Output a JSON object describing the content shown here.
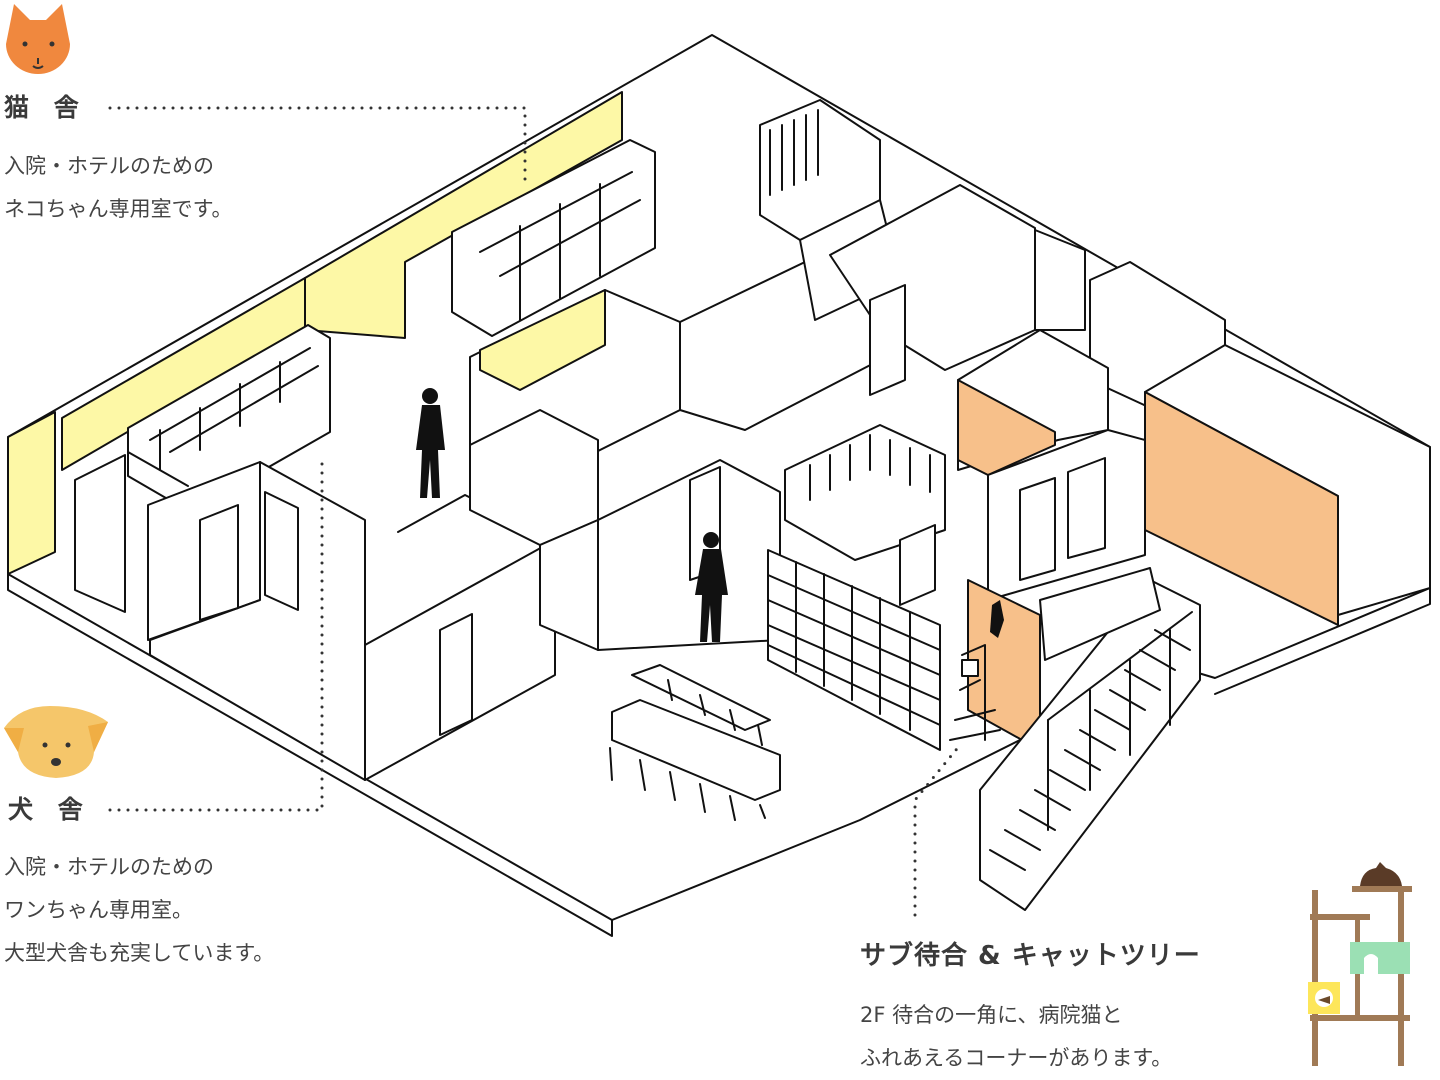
{
  "cat_ward": {
    "title": "猫 舎",
    "description": "入院・ホテルのための\nネコちゃん専用室です。",
    "highlight_color": "#fdf8a6",
    "icon": "cat-face-icon",
    "icon_color": "#f0883e"
  },
  "dog_ward": {
    "title": "犬 舎",
    "description": "入院・ホテルのための\nワンちゃん専用室。\n大型犬舎も充実しています。",
    "icon": "dog-face-icon",
    "icon_color": "#f5c66a"
  },
  "sub_waiting": {
    "title": "サブ待合 & キャットツリー",
    "description": "2F 待合の一角に、病院猫と\nふれあえるコーナーがあります。",
    "highlight_color": "#f7c08a",
    "icon": "cat-tree-icon"
  }
}
